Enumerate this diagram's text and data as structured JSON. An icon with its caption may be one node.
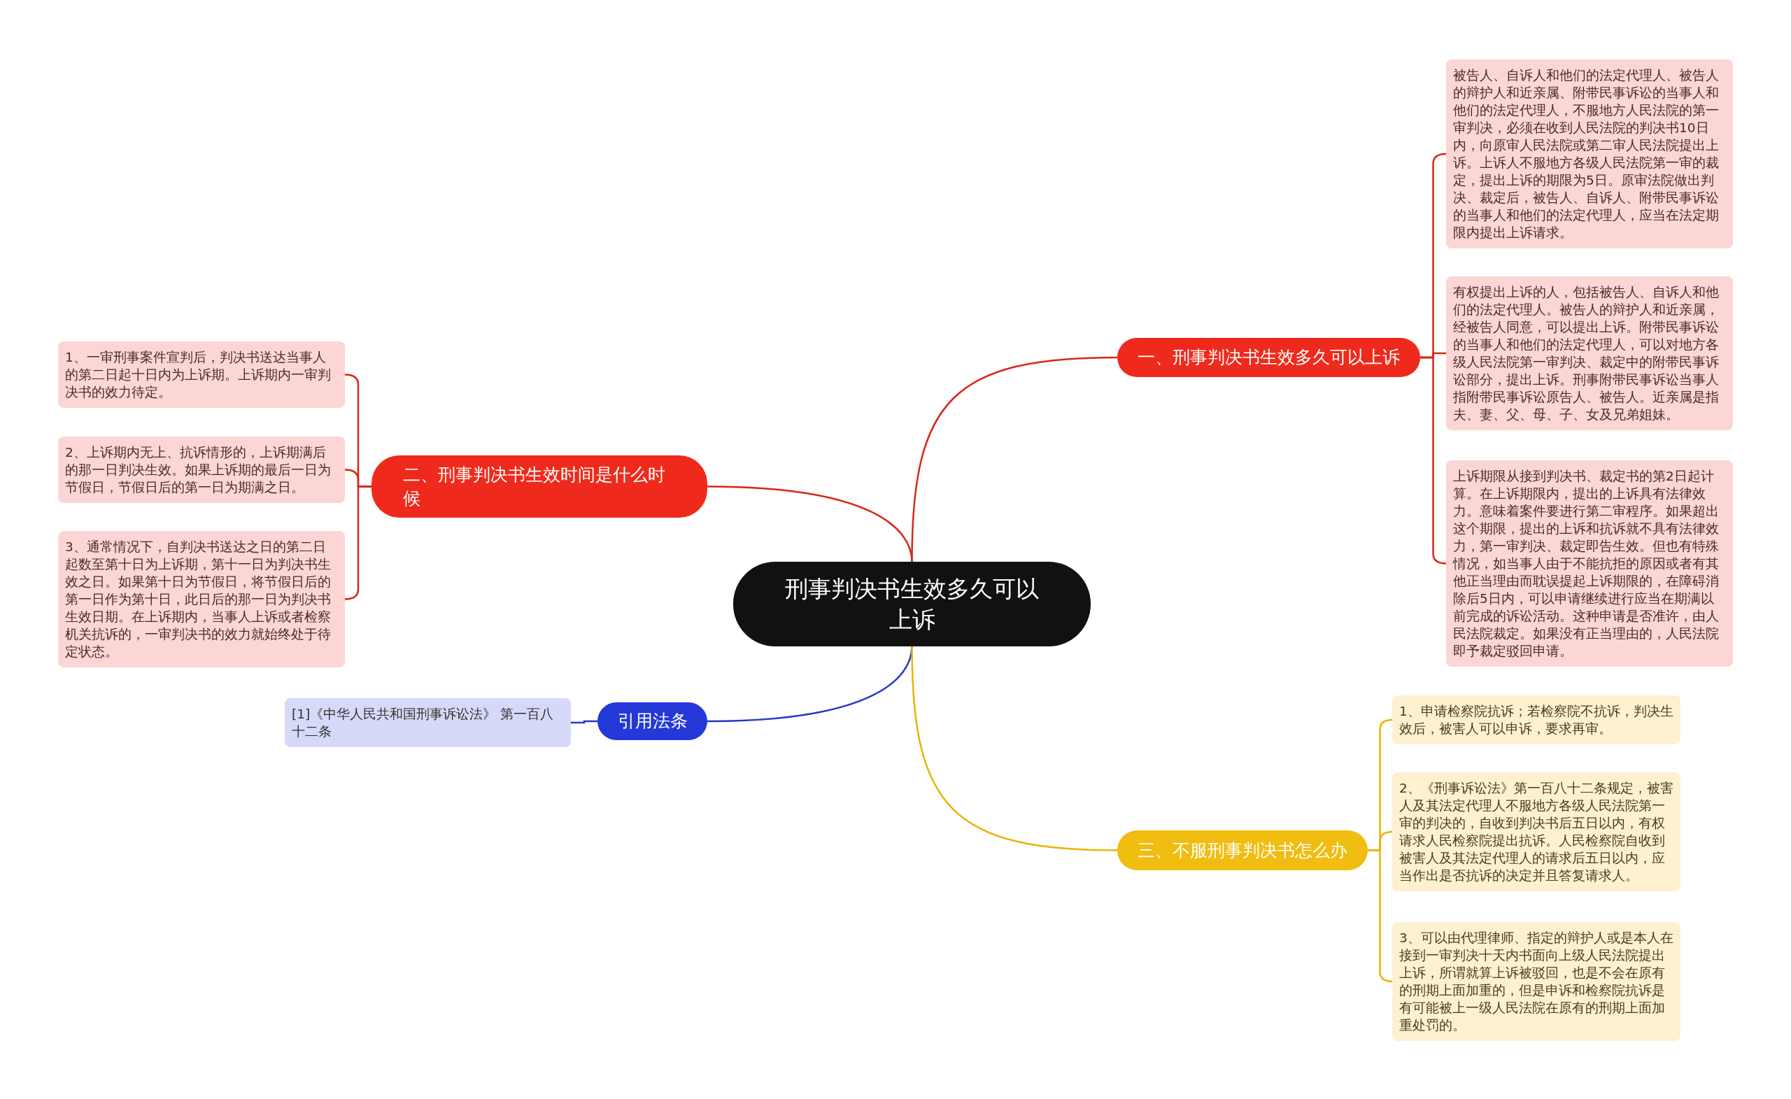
{
  "diagram": {
    "nodes": [
      {
        "text": [
          "刑事判决书生效多久可以上诉"
        ]
      },
      {
        "text": [
          "一、刑事判决书生效多久可以上诉"
        ]
      },
      {
        "text": [
          "被告人、自诉人和他们的法定代理人、被告人的辩护人和近亲属、附带民事诉讼的当事人和他们的法定代理人，不服地方人民法院的第一审判决，必须在收到人民法院的判决书10日内，向原审人民法院或第二审人民法院提出上诉。上诉人不服地方各级人民法院第一审的裁定，提出上诉的期限为5日。原审法院做出判决、裁定后，被告人、自诉人、附带民事诉讼的当事人和他们的法定代理人，应当在法定期限内提出上诉请求。"
        ]
      },
      {
        "text": [
          "有权提出上诉的人，包括被告人、自诉人和他们的法定代理人。被告人的辩护人和近亲属，经被告人同意，可以提出上诉。附带民事诉讼的当事人和他们的法定代理人，可以对地方各级人民法院第一审判决、裁定中的附带民事诉讼部分，提出上诉。刑事附带民事诉讼当事人指附带民事诉讼原告人、被告人。近亲属是指夫、妻、父、母、子、女及兄弟姐妹。"
        ]
      },
      {
        "text": [
          "上诉期限从接到判决书、裁定书的第2日起计算。在上诉期限内，提出的上诉具有法律效力。意味着案件要进行第二审程序。如果超出这个期限，提出的上诉和抗诉就不具有法律效力，第一审判决、裁定即告生效。但也有特殊情况，如当事人由于不能抗拒的原因或者有其他正当理由而耽误提起上诉期限的，在障碍消除后5日内，可以申请继续进行应当在期满以前完成的诉讼活动。这种申请是否准许，由人民法院裁定。如果没有正当理由的，人民法院即予裁定驳回申请。"
        ]
      },
      {
        "text": [
          "二、刑事判决书生效时间是什么时候"
        ]
      },
      {
        "text": [
          "1、一审刑事案件宣判后，判决书送达当事人的第二日起十日内为上诉期。上诉期内一审判决书的效力待定。"
        ]
      },
      {
        "text": [
          "2、上诉期内无上、抗诉情形的，上诉期满后的那一日判决生效。如果上诉期的最后一日为节假日，节假日后的第一日为期满之日。"
        ]
      },
      {
        "text": [
          "3、通常情况下，自判决书送达之日的第二日起数至第十日为上诉期，第十一日为判决书生效之日。如果第十日为节假日，将节假日后的第一日作为第十日，此日后的那一日为判决书生效日期。在上诉期内，当事人上诉或者检察机关抗诉的，一审判决书的效力就始终处于待定状态。"
        ]
      },
      {
        "text": [
          "引用法条"
        ]
      },
      {
        "text": [
          "[1]《中华人民共和国刑事诉讼法》 第一百八十二条"
        ]
      },
      {
        "text": [
          "三、不服刑事判决书怎么办"
        ]
      },
      {
        "text": [
          "1、申请检察院抗诉；若检察院不抗诉，判决生效后，被害人可以申诉，要求再审。"
        ]
      },
      {
        "text": [
          "2、《刑事诉讼法》第一百八十二条规定，被害人及其法定代理人不服地方各级人民法院第一审的判决的，自收到判决书后五日以内，有权请求人民检察院提出抗诉。人民检察院自收到被害人及其法定代理人的请求后五日以内，应当作出是否抗诉的决定并且答复请求人。"
        ]
      },
      {
        "text": [
          "3、可以由代理律师、指定的辩护人或是本人在接到一审判决十天内书面向上级人民法院提出上诉，所谓就算上诉被驳回，也是不会在原有的刑期上面加重的，但是申诉和检察院抗诉是有可能被上一级人民法院在原有的刑期上面加重处罚的。"
        ]
      }
    ],
    "edges": [
      {
        "from": 0,
        "to": 1,
        "arrow": "none"
      },
      {
        "from": 1,
        "to": 2,
        "arrow": "none"
      },
      {
        "from": 1,
        "to": 3,
        "arrow": "none"
      },
      {
        "from": 1,
        "to": 4,
        "arrow": "none"
      },
      {
        "from": 0,
        "to": 5,
        "arrow": "none"
      },
      {
        "from": 5,
        "to": 6,
        "arrow": "none"
      },
      {
        "from": 5,
        "to": 7,
        "arrow": "none"
      },
      {
        "from": 5,
        "to": 8,
        "arrow": "none"
      },
      {
        "from": 0,
        "to": 9,
        "arrow": "none",
        "color": "#2438c8"
      },
      {
        "from": 9,
        "to": 10,
        "arrow": "none",
        "color": "#2438c8"
      },
      {
        "from": 0,
        "to": 11,
        "arrow": "none",
        "color": "#e8b400"
      },
      {
        "from": 11,
        "to": 12,
        "arrow": "none",
        "color": "#e8b400"
      },
      {
        "from": 11,
        "to": 13,
        "arrow": "none",
        "color": "#e8b400"
      },
      {
        "from": 11,
        "to": 14,
        "arrow": "none",
        "color": "#e8b400"
      }
    ]
  }
}
